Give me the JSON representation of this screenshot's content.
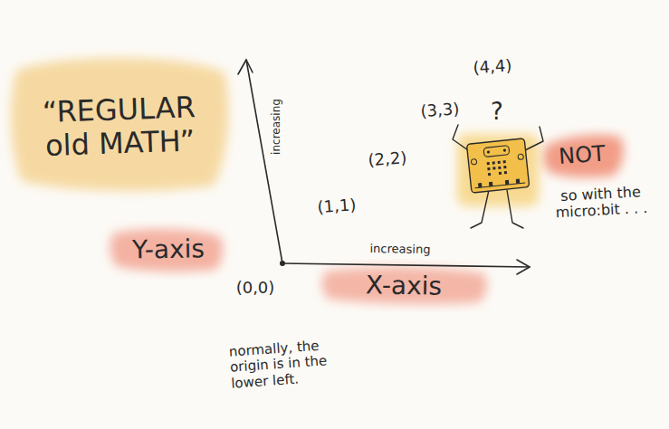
{
  "diagram": {
    "title": "“REGULAR old MATH”",
    "labels": [
      "Y-axis",
      "increasing",
      "increasing",
      "X-axis",
      "(0,0)",
      "(1,1)",
      "(2,2)",
      "(3,3)",
      "(4,4)",
      "?",
      "NOT",
      "so with the micro:bit . . .",
      "normally, the origin is in the lower left."
    ]
  }
}
